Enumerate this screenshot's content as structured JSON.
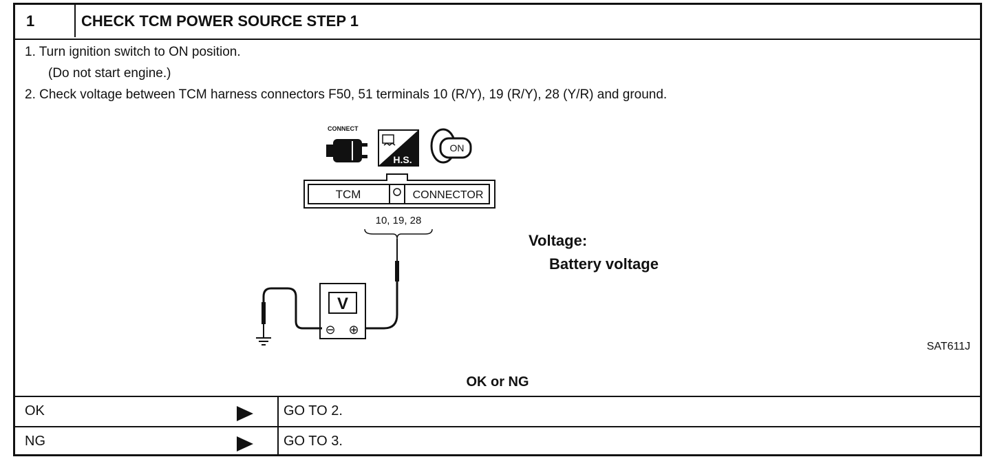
{
  "step": {
    "number": "1",
    "title": "CHECK TCM POWER SOURCE STEP 1"
  },
  "instructions": {
    "line1": "1.  Turn ignition switch to ON position.",
    "line2": "(Do not start engine.)",
    "line3": "2.  Check voltage between TCM harness connectors F50, 51 terminals 10 (R/Y), 19 (R/Y), 28 (Y/R) and ground."
  },
  "diagram": {
    "icons": {
      "connect_label": "CONNECT",
      "hs_label": "H.S.",
      "key_label": "ON"
    },
    "connector": {
      "left_label": "TCM",
      "right_label": "CONNECTOR",
      "terminals": "10,  19,  28"
    },
    "meter_label": "V",
    "meter_minus": "⊖",
    "meter_plus": "⊕",
    "voltage_label": "Voltage:",
    "voltage_value": "Battery  voltage",
    "ref_code": "SAT611J"
  },
  "decision": {
    "question": "OK or NG",
    "rows": [
      {
        "label": "OK",
        "action": "GO TO 2."
      },
      {
        "label": "NG",
        "action": "GO TO 3."
      }
    ]
  }
}
